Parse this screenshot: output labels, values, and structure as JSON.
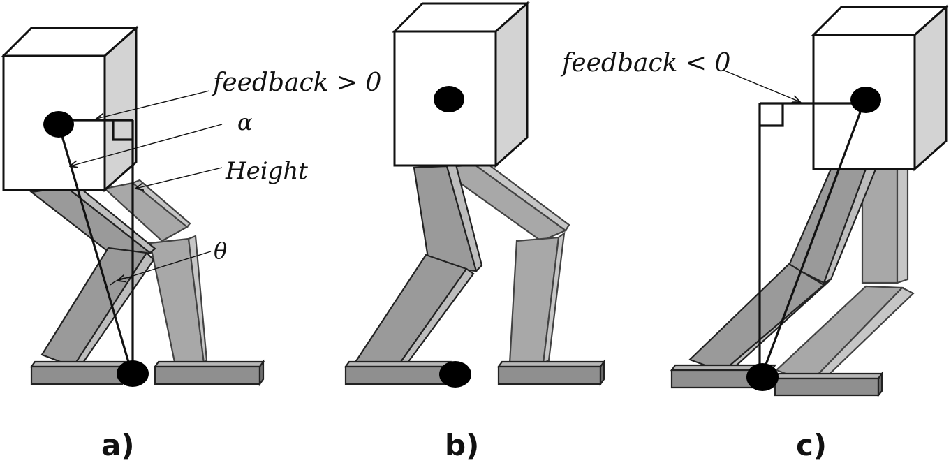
{
  "panels": [
    {
      "label": "a)",
      "annotations": {
        "feedback": "feedback > 0",
        "alpha": "α",
        "height": "Height",
        "theta": "θ"
      }
    },
    {
      "label": "b)"
    },
    {
      "label": "c)",
      "annotations": {
        "feedback": "feedback < 0"
      }
    }
  ],
  "colors": {
    "leg": "#9a9a9a",
    "cube_side": "#d3d3d3",
    "point": "#000000"
  }
}
